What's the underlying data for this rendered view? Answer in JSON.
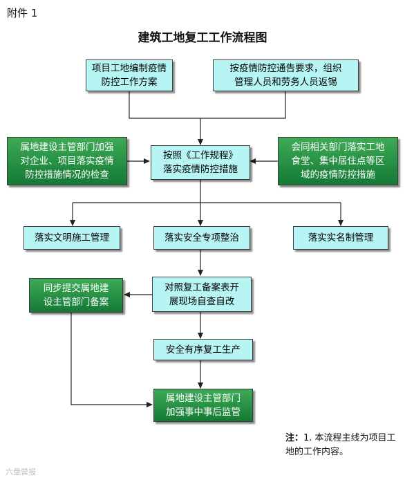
{
  "header": {
    "attachment": "附件 1",
    "title": "建筑工地复工工作流程图"
  },
  "nodes": {
    "plan": "项目工地编制疫情\n防控工作方案",
    "return": "按疫情防控通告要求，组织\n管理人员和劳务人员返锡",
    "rules": "按照《工作规程》\n落实疫情防控措施",
    "inspect": "属地建设主管部门加强\n对企业、项目落实疫情\n防控措施情况的检查",
    "coordinate": "会同相关部门落实工地\n食堂、集中居住点等区\n域的疫情防控措施",
    "civilized": "落实文明施工管理",
    "safety": "落实安全专项整治",
    "realname": "落实实名制管理",
    "selfcheck": "对照复工备案表开\n展现场自查自改",
    "filing": "同步提交属地建\n设主管部门备案",
    "resume": "安全有序复工生产",
    "supervise": "属地建设主管部门\n加强事中事后监管"
  },
  "note": {
    "label": "注：",
    "text": "1. 本流程主线为项目工地的工作内容。"
  },
  "watermark": "六盘营报",
  "colors": {
    "cyan": "#b7f5f5",
    "green_top": "#3eaa56",
    "green_bottom": "#137a35",
    "line": "#222222"
  }
}
